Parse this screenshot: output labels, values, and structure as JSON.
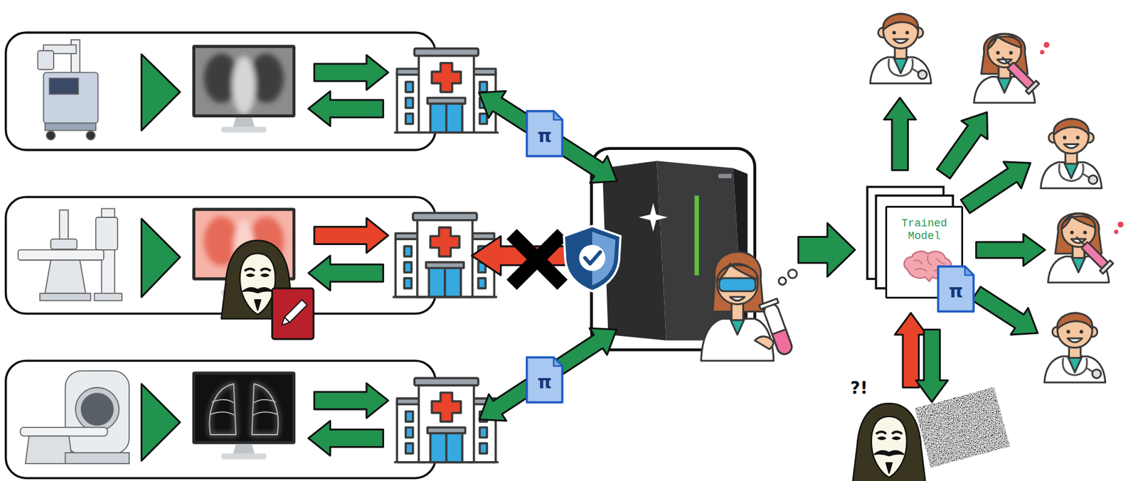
{
  "diagram": {
    "nodes": [
      {
        "text": [
          "π"
        ]
      },
      {
        "text": [
          "π"
        ]
      },
      {
        "text": [
          "Trained Model"
        ]
      },
      {
        "text": [
          "π"
        ],
        "in": 2
      }
    ],
    "labels": [
      "?!"
    ]
  }
}
